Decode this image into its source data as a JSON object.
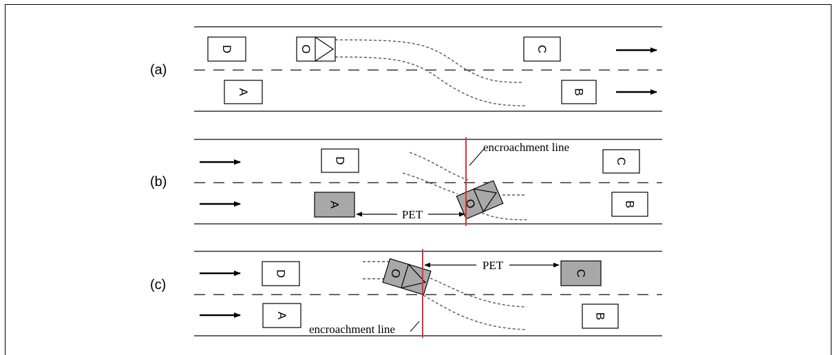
{
  "panels": [
    {
      "label": "(a)",
      "vehicles": {
        "subject": "O",
        "a": "A",
        "b": "B",
        "c": "C",
        "d": "D"
      }
    },
    {
      "label": "(b)",
      "vehicles": {
        "subject": "O",
        "a": "A",
        "b": "B",
        "c": "C",
        "d": "D"
      },
      "encroachment_label": "encroachment line",
      "pet_label": "PET"
    },
    {
      "label": "(c)",
      "vehicles": {
        "subject": "O",
        "a": "A",
        "b": "B",
        "c": "C",
        "d": "D"
      },
      "encroachment_label": "encroachment line",
      "pet_label": "PET"
    }
  ],
  "colors": {
    "road_line": "#333333",
    "encroachment_line": "#e03030",
    "conflict_vehicle_fill": "#a8a8a8",
    "vehicle_fill": "#ffffff"
  }
}
